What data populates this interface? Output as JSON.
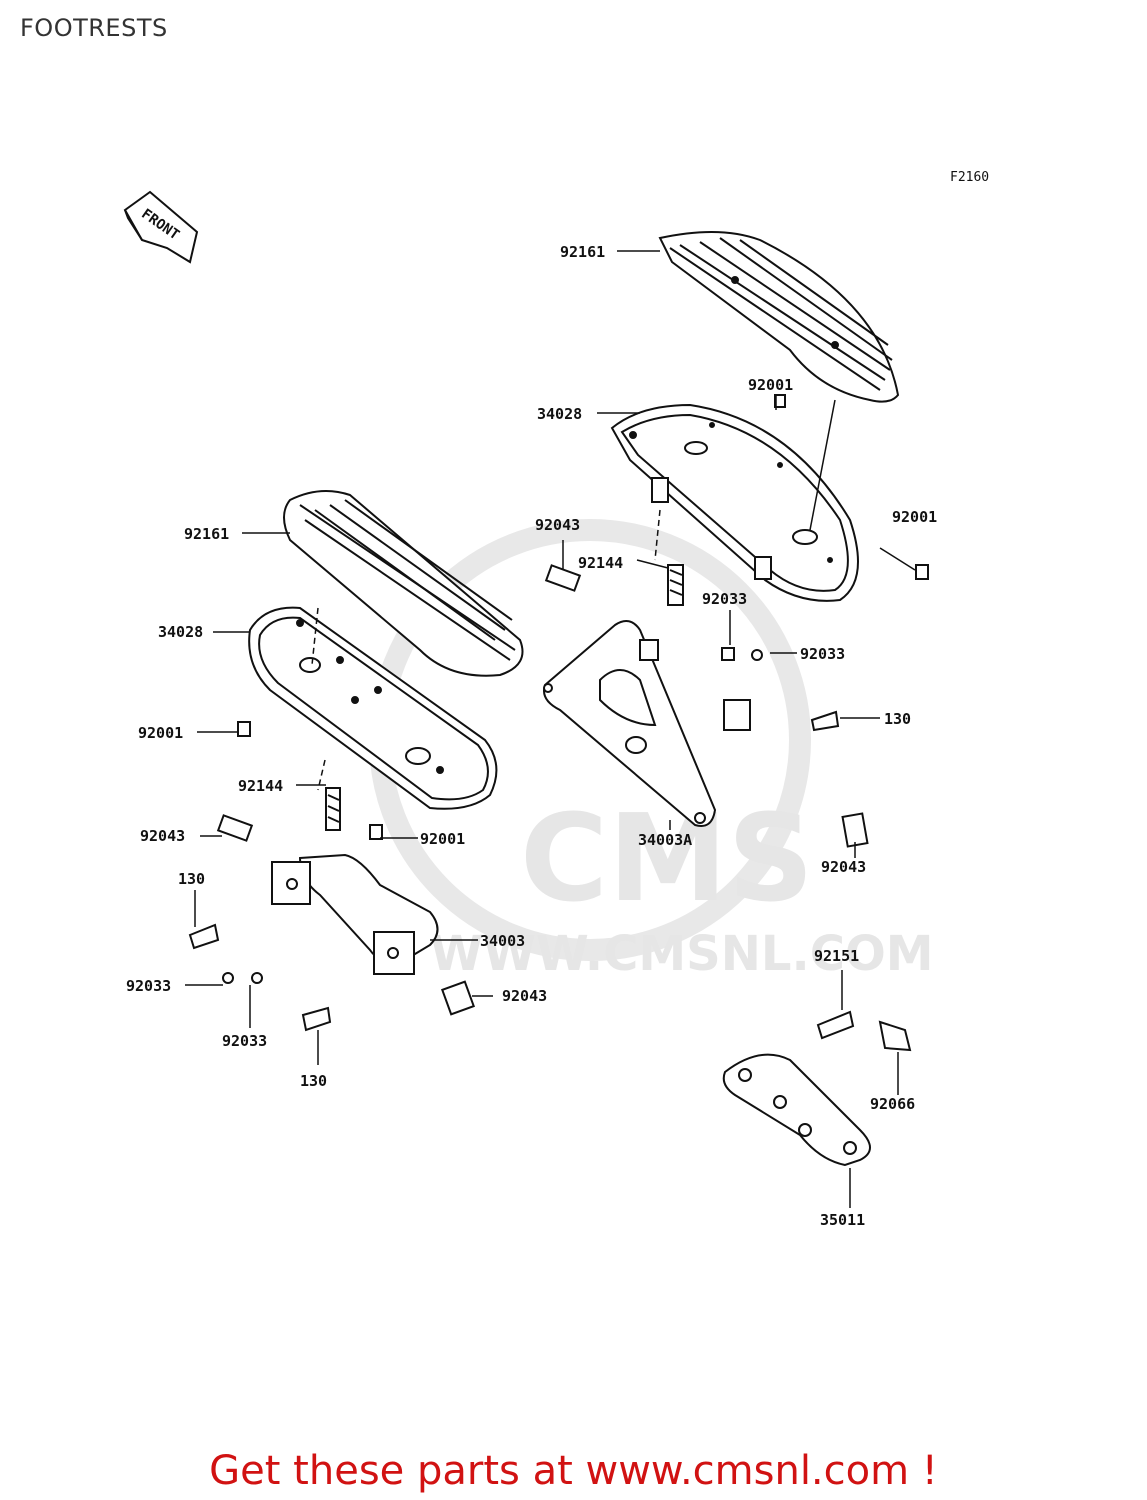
{
  "header": {
    "title": "FOOTRESTS",
    "figure_code": "F2160"
  },
  "orientation": {
    "front_label": "FRONT"
  },
  "watermark": {
    "brand": "CMS",
    "site": "WWW.CMSNL.COM"
  },
  "parts": {
    "p_92161_right": "92161",
    "p_34028_right": "34028",
    "p_92001_right_top": "92001",
    "p_92001_right_side": "92001",
    "p_92043_right_top": "92043",
    "p_92144_right": "92144",
    "p_92033_right_a": "92033",
    "p_92033_right_b": "92033",
    "p_130_right": "130",
    "p_34003A": "34003A",
    "p_92043_right_bottom": "92043",
    "p_92161_left": "92161",
    "p_34028_left": "34028",
    "p_92001_left_a": "92001",
    "p_92144_left": "92144",
    "p_92001_left_b": "92001",
    "p_92043_left_top": "92043",
    "p_130_left_top": "130",
    "p_34003": "34003",
    "p_92033_left_a": "92033",
    "p_92043_left_bottom": "92043",
    "p_92033_left_b": "92033",
    "p_130_left_bottom": "130",
    "p_92151": "92151",
    "p_92066": "92066",
    "p_35011": "35011"
  },
  "footer": {
    "promo": "Get these parts at www.cmsnl.com !"
  },
  "colors": {
    "promo": "#d11212",
    "line": "#111111",
    "watermark": "#e6e6e6"
  }
}
